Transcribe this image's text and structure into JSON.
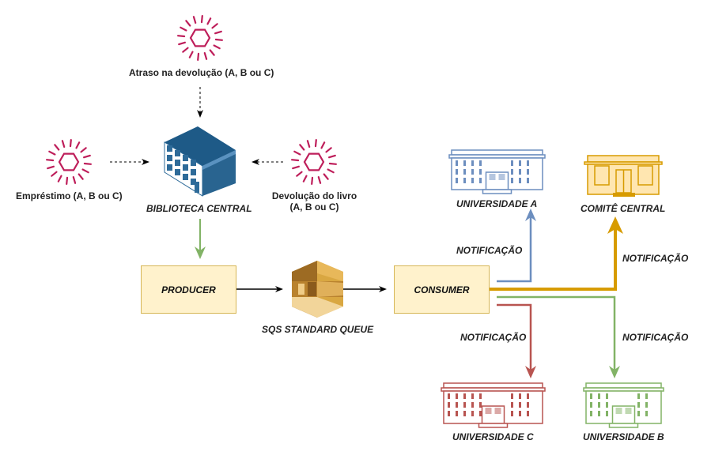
{
  "events": {
    "late": "Atraso na devolução (A, B ou C)",
    "loan": "Empréstimo (A, B ou C)",
    "return_line1": "Devolução do livro",
    "return_line2": "(A, B ou C)"
  },
  "library": "BIBLIOTECA CENTRAL",
  "producer": "PRODUCER",
  "queue": "SQS STANDARD QUEUE",
  "consumer": "CONSUMER",
  "targets": {
    "univ_a": "UNIVERSIDADE A",
    "committee": "COMITÊ CENTRAL",
    "univ_c": "UNIVERSIDADE C",
    "univ_b": "UNIVERSIDADE B"
  },
  "notifications": {
    "a": "NOTIFICAÇÃO",
    "committee": "NOTIFICAÇÃO",
    "c": "NOTIFICAÇÃO",
    "b": "NOTIFICAÇÃO"
  },
  "colors": {
    "event": "#be1e5a",
    "univ_a": "#6c8ebf",
    "committee": "#d79b00",
    "univ_c": "#b85450",
    "univ_b": "#82b366",
    "library": "#2e6b99",
    "queue": "#c88d2d"
  }
}
